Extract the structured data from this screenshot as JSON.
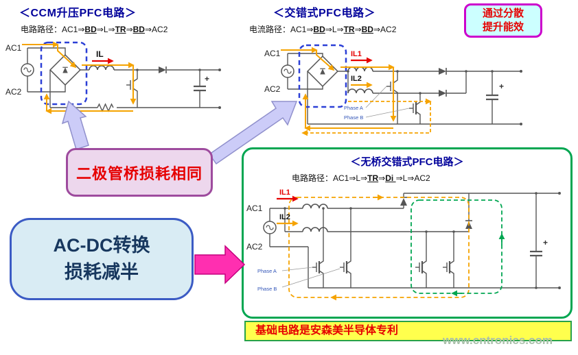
{
  "ccm": {
    "title": "＜CCM升压PFC电路＞",
    "path_prefix": "电路路径：",
    "path_segs": [
      "AC1⇒",
      "BD",
      "⇒L⇒",
      "TR",
      "⇒",
      "BD",
      "⇒AC2"
    ]
  },
  "interleaved": {
    "title": "＜交错式PFC电路＞",
    "path_prefix": "电流路径：",
    "path_segs": [
      "AC1⇒",
      "BD",
      "⇒L⇒",
      "TR",
      "⇒",
      "BD",
      "⇒AC2"
    ]
  },
  "bridgeless": {
    "title": "＜无桥交错式PFC电路＞",
    "path_prefix": "电路路径：",
    "path_segs": [
      "AC1⇒L⇒",
      "TR",
      "⇒",
      "Di ",
      "⇒L⇒AC2"
    ]
  },
  "badge": {
    "line1": "通过分散",
    "line2": "提升能效"
  },
  "callouts": {
    "diode_bridge": "二极管桥损耗相同",
    "acdc_line1": "AC-DC转换",
    "acdc_line2": "损耗减半"
  },
  "patent": {
    "text": "基础电路是安森美半导体专利"
  },
  "watermark": {
    "text": "www.cntronics.com"
  },
  "labels": {
    "ac1": "AC1",
    "ac2": "AC2",
    "il": "IL",
    "il1": "IL1",
    "il2": "IL2",
    "phase_a": "Phase A",
    "phase_b": "Phase B",
    "plus": "+"
  },
  "colors": {
    "title_blue": "#00009B",
    "accent_red": "#E60000",
    "badge_border": "#CC00CC",
    "badge_bg": "#CCFFFF",
    "purple_border": "#9E4B9E",
    "purple_bg": "#EDD7ED",
    "blue_box_border": "#3B5BC4",
    "blue_box_bg": "#D9ECF4",
    "green": "#00A651",
    "orange_path": "#F5A300",
    "dashed_bridge_box": "#2B3FD6",
    "pink_arrow": "#FF2FB0",
    "banner_yellow": "#FFFF4D"
  }
}
